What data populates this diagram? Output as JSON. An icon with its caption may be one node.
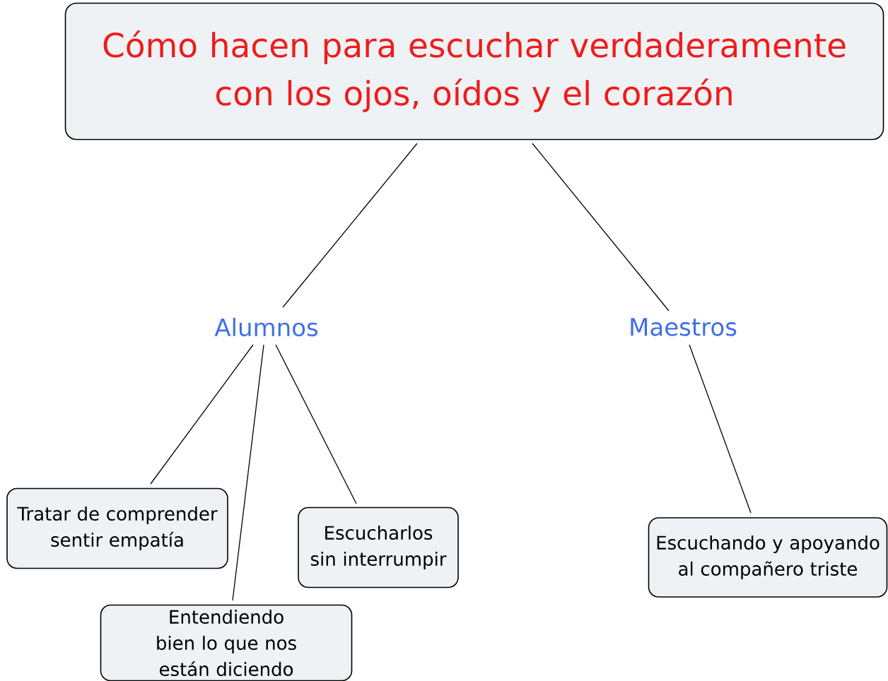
{
  "diagram": {
    "nodes": [
      {
        "text": [
          "Cómo hacen para escuchar verdaderamente con los ojos, oídos y el corazón"
        ]
      },
      {
        "text": [
          "Alumnos"
        ]
      },
      {
        "text": [
          "Maestros"
        ]
      },
      {
        "text": [
          "Tratar de comprender sentir empatía"
        ]
      },
      {
        "text": [
          "Entendiendo bien lo que nos están diciendo"
        ]
      },
      {
        "text": [
          "Escucharlos sin interrumpir"
        ]
      },
      {
        "text": [
          "Escuchando y apoyando al compañero triste"
        ]
      }
    ],
    "edges": [
      {
        "from": 0,
        "to": 1,
        "arrow": "none"
      },
      {
        "from": 0,
        "to": 2,
        "arrow": "none"
      },
      {
        "from": 1,
        "to": 3,
        "arrow": "none"
      },
      {
        "from": 1,
        "to": 4,
        "arrow": "none"
      },
      {
        "from": 1,
        "to": 5,
        "arrow": "none"
      },
      {
        "from": 2,
        "to": 6,
        "arrow": "none"
      }
    ]
  }
}
